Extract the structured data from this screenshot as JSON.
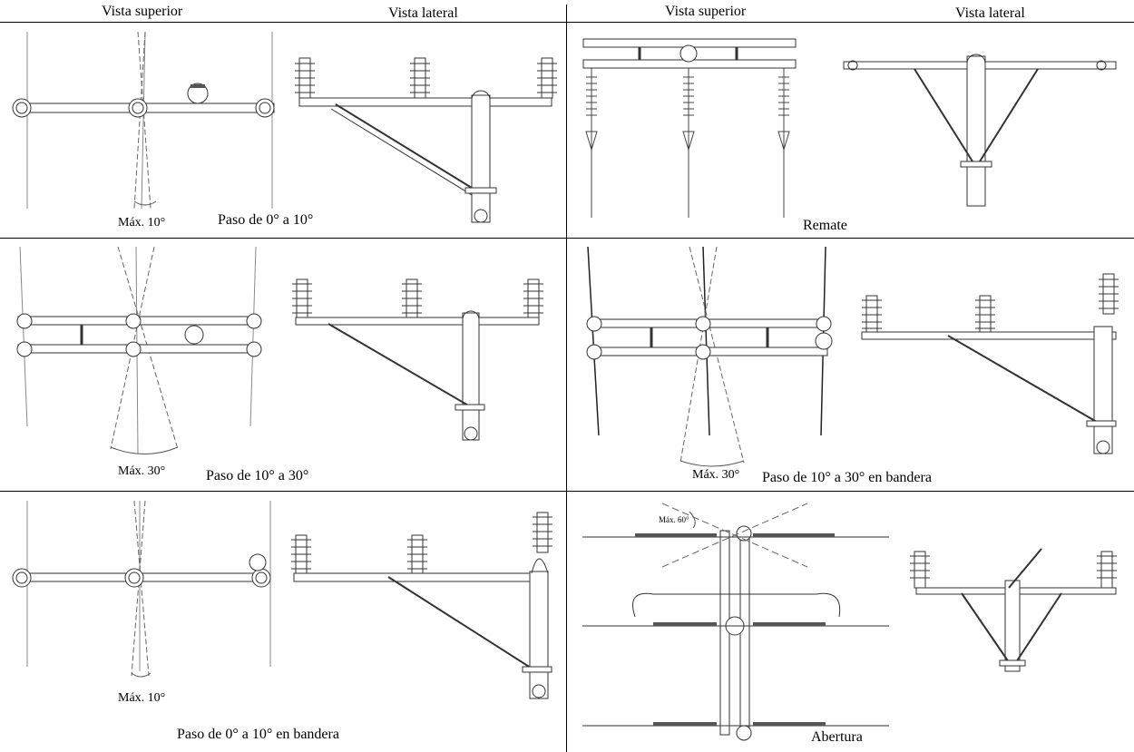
{
  "headers": {
    "left_top": "Vista superior",
    "left_side": "Vista lateral",
    "right_top": "Vista superior",
    "right_side": "Vista lateral"
  },
  "panels": [
    {
      "id": "p1",
      "caption": "Paso de 0° a 10°",
      "angle_label": "Máx. 10°"
    },
    {
      "id": "p2",
      "caption": "Remate"
    },
    {
      "id": "p3",
      "caption": "Paso de 10° a 30°",
      "angle_label": "Máx. 30°"
    },
    {
      "id": "p4",
      "caption": "Paso de 10° a 30° en bandera",
      "angle_label": "Máx. 30°"
    },
    {
      "id": "p5",
      "caption": "Paso de 0° a 10° en bandera",
      "angle_label": "Máx. 10°"
    },
    {
      "id": "p6",
      "caption": "Abertura",
      "angle_label": "Máx. 60°"
    }
  ]
}
